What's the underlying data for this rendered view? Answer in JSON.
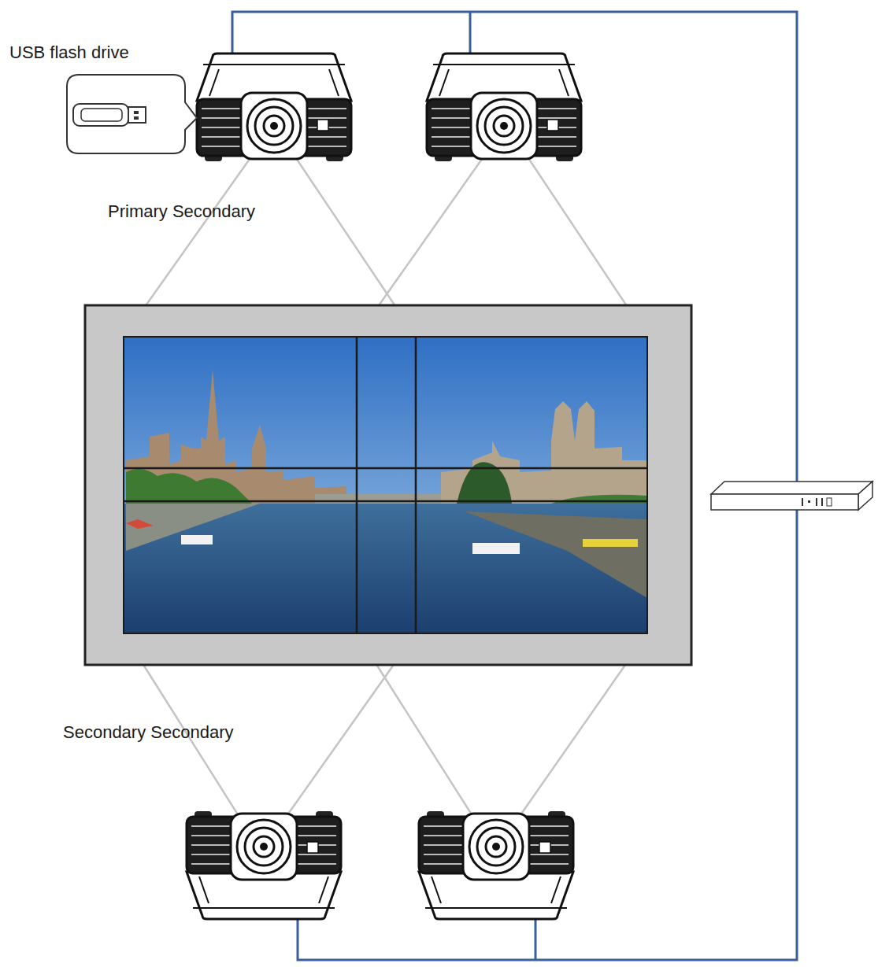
{
  "diagram": {
    "labels": [
      "USB flash drive",
      "Primary Secondary",
      "Secondary Secondary"
    ]
  }
}
